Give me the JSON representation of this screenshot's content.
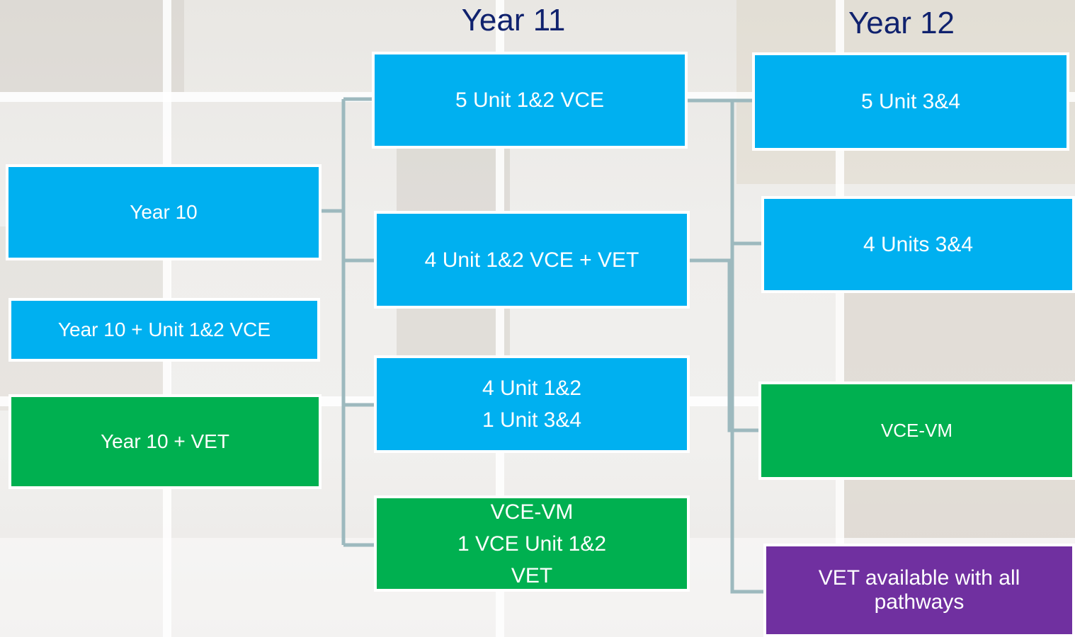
{
  "colors": {
    "heading": "#10226e",
    "blue": "#00b0f0",
    "green": "#00b050",
    "purple": "#7030a0",
    "connector": "#9db9be"
  },
  "headings": {
    "year11": "Year 11",
    "year12": "Year 12"
  },
  "year10_options": {
    "year10": "Year 10",
    "year10_vce": "Year 10 + Unit 1&2 VCE",
    "year10_vet": "Year 10 + VET"
  },
  "year11_options": {
    "five_unit": "5 Unit 1&2 VCE",
    "four_unit_vet": "4 Unit 1&2 VCE + VET",
    "four_unit_line1": "4 Unit 1&2",
    "four_unit_line2": "1 Unit 3&4",
    "vcevm_line1": "VCE-VM",
    "vcevm_line2": "1 VCE Unit 1&2",
    "vcevm_line3": "VET"
  },
  "year12_options": {
    "five_unit": "5 Unit 3&4",
    "four_units": "4 Units 3&4",
    "vcevm": "VCE-VM",
    "vet_all": "VET available with all pathways"
  }
}
